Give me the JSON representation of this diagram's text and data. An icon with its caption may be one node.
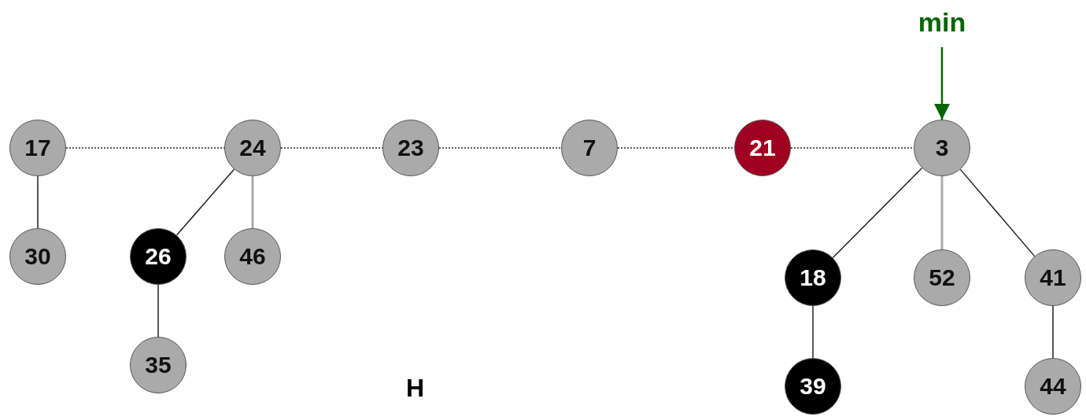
{
  "diagram": {
    "nodes": [
      {
        "text": [
          "min"
        ]
      },
      {
        "text": [
          "17"
        ]
      },
      {
        "text": [
          "24"
        ]
      },
      {
        "text": [
          "23"
        ]
      },
      {
        "text": [
          "7"
        ]
      },
      {
        "text": [
          "21"
        ]
      },
      {
        "text": [
          "3"
        ]
      },
      {
        "text": [
          "30"
        ]
      },
      {
        "text": [
          "26"
        ]
      },
      {
        "text": [
          "46"
        ]
      },
      {
        "text": [
          "18"
        ]
      },
      {
        "text": [
          "52"
        ]
      },
      {
        "text": [
          "41"
        ]
      },
      {
        "text": [
          "35"
        ]
      },
      {
        "text": [
          "39"
        ]
      },
      {
        "text": [
          "44"
        ]
      }
    ],
    "edges": [
      {
        "from": 0,
        "to": 6,
        "arrow": "to",
        "color": "#006600"
      },
      {
        "from": 1,
        "to": 2,
        "arrow": "none",
        "style": "dashed"
      },
      {
        "from": 2,
        "to": 3,
        "arrow": "none",
        "style": "dashed"
      },
      {
        "from": 3,
        "to": 4,
        "arrow": "none",
        "style": "dashed"
      },
      {
        "from": 4,
        "to": 5,
        "arrow": "none",
        "style": "dashed"
      },
      {
        "from": 5,
        "to": 6,
        "arrow": "none",
        "style": "dashed"
      },
      {
        "from": 1,
        "to": 7,
        "arrow": "none"
      },
      {
        "from": 2,
        "to": 8,
        "arrow": "none"
      },
      {
        "from": 2,
        "to": 9,
        "arrow": "none",
        "color": "#aaaaaa"
      },
      {
        "from": 8,
        "to": 13,
        "arrow": "none"
      },
      {
        "from": 6,
        "to": 10,
        "arrow": "none"
      },
      {
        "from": 6,
        "to": 11,
        "arrow": "none",
        "color": "#aaaaaa"
      },
      {
        "from": 6,
        "to": 12,
        "arrow": "none"
      },
      {
        "from": 10,
        "to": 14,
        "arrow": "none"
      },
      {
        "from": 12,
        "to": 15,
        "arrow": "none"
      }
    ],
    "labels": [
      "H"
    ]
  }
}
